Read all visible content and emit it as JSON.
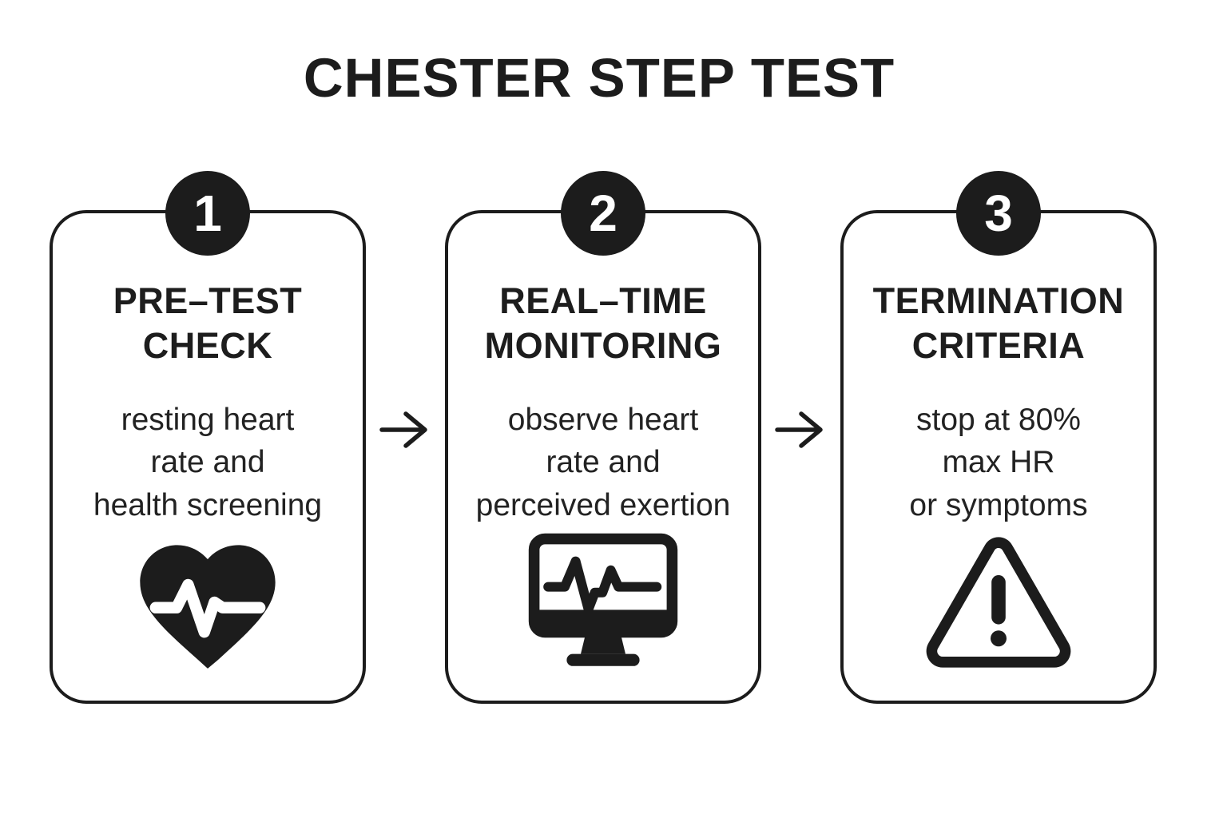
{
  "title": "CHESTER STEP TEST",
  "colors": {
    "ink": "#1c1c1c",
    "background": "#ffffff"
  },
  "arrow_glyph": "right-arrow",
  "steps": [
    {
      "number": "1",
      "heading_lines": [
        "PRE–TEST",
        "CHECK"
      ],
      "body_lines": [
        "resting heart",
        "rate and",
        "health screening"
      ],
      "icon": "heart-pulse-icon"
    },
    {
      "number": "2",
      "heading_lines": [
        "REAL–TIME",
        "MONITORING"
      ],
      "body_lines": [
        "observe heart",
        "rate and",
        "perceived exertion"
      ],
      "icon": "monitor-pulse-icon"
    },
    {
      "number": "3",
      "heading_lines": [
        "TERMINATION",
        "CRITERIA"
      ],
      "body_lines": [
        "stop at 80%",
        "max HR",
        "or symptoms"
      ],
      "icon": "warning-triangle-icon"
    }
  ]
}
